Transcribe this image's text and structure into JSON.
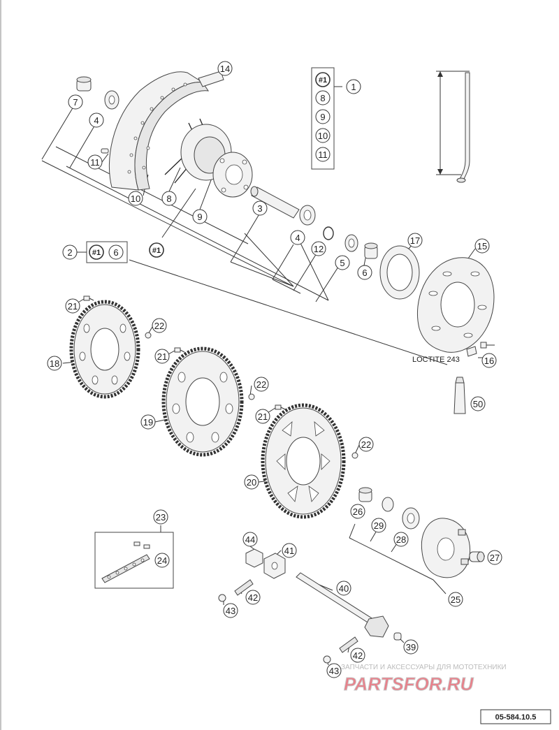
{
  "diagram": {
    "callouts": [
      {
        "id": "c1",
        "text": "1"
      },
      {
        "id": "c2",
        "text": "2"
      },
      {
        "id": "c3",
        "text": "3"
      },
      {
        "id": "c4a",
        "text": "4"
      },
      {
        "id": "c4b",
        "text": "4"
      },
      {
        "id": "c5",
        "text": "5"
      },
      {
        "id": "c6a",
        "text": "6"
      },
      {
        "id": "c6b",
        "text": "6"
      },
      {
        "id": "c7",
        "text": "7"
      },
      {
        "id": "c8",
        "text": "8"
      },
      {
        "id": "c9",
        "text": "9"
      },
      {
        "id": "c10",
        "text": "10"
      },
      {
        "id": "c11",
        "text": "11"
      },
      {
        "id": "c12",
        "text": "12"
      },
      {
        "id": "c14",
        "text": "14"
      },
      {
        "id": "c15",
        "text": "15"
      },
      {
        "id": "c16",
        "text": "16"
      },
      {
        "id": "c17",
        "text": "17"
      },
      {
        "id": "c18",
        "text": "18"
      },
      {
        "id": "c19",
        "text": "19"
      },
      {
        "id": "c20",
        "text": "20"
      },
      {
        "id": "c21a",
        "text": "21"
      },
      {
        "id": "c21b",
        "text": "21"
      },
      {
        "id": "c21c",
        "text": "21"
      },
      {
        "id": "c22a",
        "text": "22"
      },
      {
        "id": "c22b",
        "text": "22"
      },
      {
        "id": "c22c",
        "text": "22"
      },
      {
        "id": "c23",
        "text": "23"
      },
      {
        "id": "c24",
        "text": "24"
      },
      {
        "id": "c25",
        "text": "25"
      },
      {
        "id": "c26",
        "text": "26"
      },
      {
        "id": "c27",
        "text": "27"
      },
      {
        "id": "c28",
        "text": "28"
      },
      {
        "id": "c29",
        "text": "29"
      },
      {
        "id": "c39",
        "text": "39"
      },
      {
        "id": "c40",
        "text": "40"
      },
      {
        "id": "c41",
        "text": "41"
      },
      {
        "id": "c42a",
        "text": "42"
      },
      {
        "id": "c42b",
        "text": "42"
      },
      {
        "id": "c43a",
        "text": "43"
      },
      {
        "id": "c43b",
        "text": "43"
      },
      {
        "id": "c44",
        "text": "44"
      },
      {
        "id": "c50",
        "text": "50"
      },
      {
        "id": "c11b",
        "text": "11"
      },
      {
        "id": "c9b",
        "text": "9"
      }
    ],
    "kit_box": {
      "items": [
        "#1",
        "8",
        "9",
        "10",
        "11"
      ]
    },
    "kit_row": {
      "main": "2",
      "items": [
        "#1",
        "6"
      ]
    },
    "hub_ref": "#1",
    "loctite_note": "LOCTITE 243",
    "drawing_code": "05-584.10.5"
  },
  "watermark": {
    "line1": "ЗАПЧАСТИ И АКСЕССУАРЫ ДЛЯ МОТОТЕХНИКИ",
    "line2": "PARTSFOR.RU",
    "colors": {
      "text": "#e8808a",
      "outline": "#c9c9c9"
    }
  }
}
